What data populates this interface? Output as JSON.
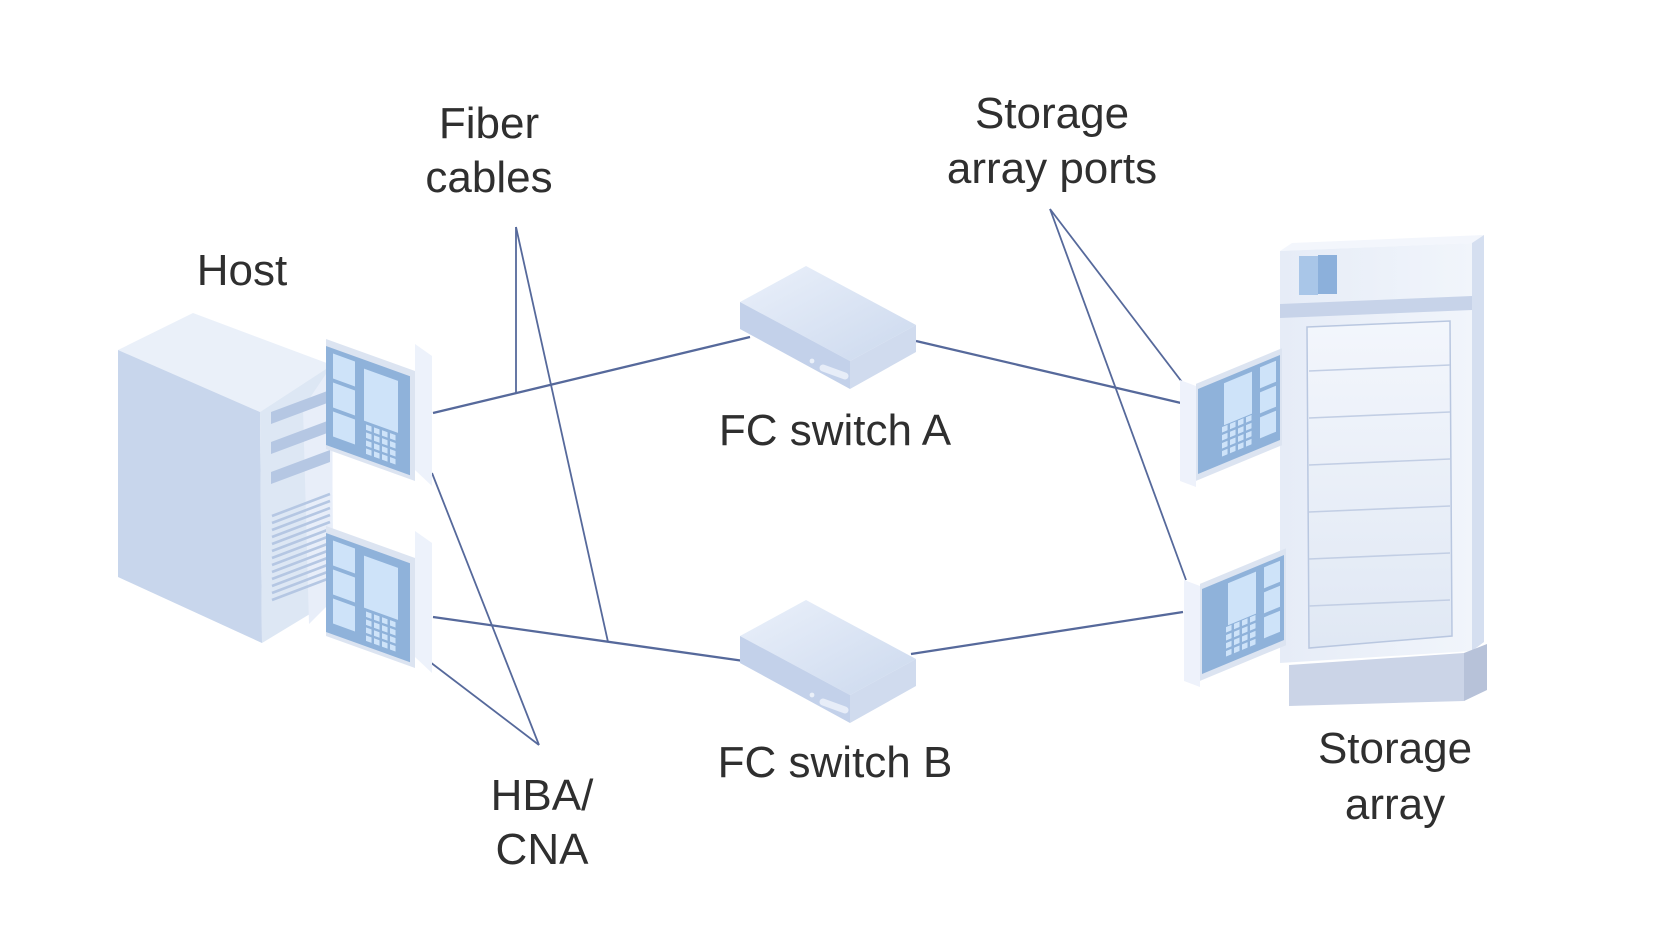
{
  "diagram": {
    "labels": {
      "host": "Host",
      "fiber_cables": [
        "Fiber",
        "cables"
      ],
      "hba_cna": [
        "HBA/",
        "CNA"
      ],
      "fc_switch_a": "FC switch A",
      "fc_switch_b": "FC switch B",
      "storage_array_ports": [
        "Storage",
        "array ports"
      ],
      "storage_array": [
        "Storage",
        "array"
      ]
    },
    "connections": [
      {
        "from": "hba-cna-1",
        "to": "fc-switch-a",
        "via": "fiber cable"
      },
      {
        "from": "hba-cna-2",
        "to": "fc-switch-b",
        "via": "fiber cable"
      },
      {
        "from": "fc-switch-a",
        "to": "storage-array-port-1",
        "via": "fiber cable"
      },
      {
        "from": "fc-switch-b",
        "to": "storage-array-port-2",
        "via": "fiber cable"
      }
    ],
    "callouts": [
      {
        "label": "Fiber cables",
        "points_to": [
          "cable hba-cna-1 to fc-switch-a",
          "cable hba-cna-2 to fc-switch-b"
        ]
      },
      {
        "label": "HBA/ CNA",
        "points_to": [
          "hba-cna-1",
          "hba-cna-2"
        ]
      },
      {
        "label": "Storage array ports",
        "points_to": [
          "storage-array-port-1",
          "storage-array-port-2"
        ]
      }
    ],
    "colors": {
      "background": "#ffffff",
      "cable_line": "#56699b",
      "label_text": "#2f2f2f",
      "device_blue": "#8fb2da",
      "device_panel_light": "#cee3f9",
      "chassis_light": "#e9eff8",
      "chassis_mid": "#c8d6ec",
      "chassis_shade": "#b5c7e3"
    }
  }
}
